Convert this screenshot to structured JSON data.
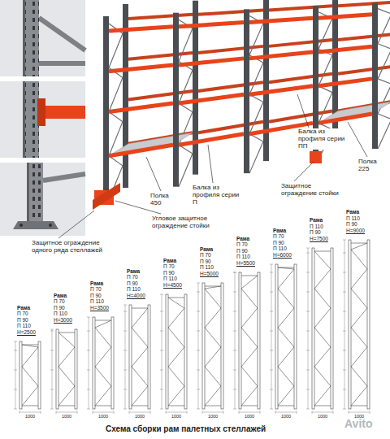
{
  "diagram": {
    "caption": "Схема сборки рам палетных стеллажей",
    "labels": [
      "Балка из профиля серии ПП",
      "Полка 225",
      "Балка из профиля серии П",
      "Защитное ограждение стойки",
      "Полка 450",
      "Угловое защитное ограждение стойки",
      "Защитное ограждение одного ряда стеллажей",
      "Рама",
      "П 70",
      "П 90",
      "П 110",
      "H=2500",
      "Рама",
      "П 70",
      "П 90",
      "П 110",
      "H=3000",
      "Рама",
      "П 70",
      "П 90",
      "П 110",
      "H=3500",
      "Рама",
      "П 70",
      "П 90",
      "П 110",
      "H=4000",
      "Рама",
      "П 70",
      "П 90",
      "П 110",
      "H=4500",
      "Рама",
      "П 70",
      "П 90",
      "П 110",
      "H=5000",
      "Рама",
      "П 70",
      "П 90",
      "П 110",
      "H=5500",
      "Рама",
      "П 70",
      "П 90",
      "П 110",
      "H=6000",
      "Рама",
      "П 110",
      "П 90",
      "H=7500",
      "Рама",
      "П 110",
      "П 90",
      "H=9000",
      "1000",
      "1000",
      "1000",
      "1000",
      "1000",
      "1000",
      "1000",
      "1000",
      "1000",
      "1000",
      "Avito"
    ]
  }
}
